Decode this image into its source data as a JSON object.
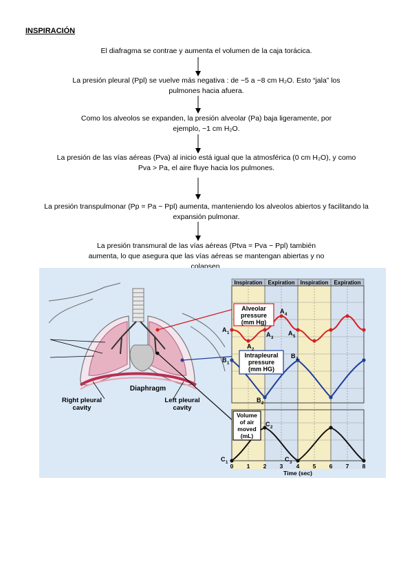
{
  "doc": {
    "title": "INSPIRACIÓN",
    "steps": [
      "El diafragma se contrae y aumenta el volumen de la caja torácica.",
      "La presión pleural (Ppl) se vuelve más negativa : de −5 a −8 cm H₂O. Esto “jala” los pulmones hacia afuera.",
      "Como los alveolos se expanden, la presión alveolar (Pa) baja ligeramente, por ejemplo, −1 cm H₂O.",
      "La presión de las vías aéreas (Pva) al inicio está igual que la atmosférica (0 cm H₂O), y como Pva > Pa, el aire fluye hacia los pulmones.",
      "La presión transpulmonar (Pp = Pa − Ppl) aumenta, manteniendo los alveolos abiertos y facilitando la expansión pulmonar.",
      "La presión transmural de las vías aéreas (Ptva = Pva − Ppl) también aumenta, lo que asegura que las vías aéreas se mantengan abiertas y no colapsen."
    ]
  },
  "figure": {
    "phase_labels": [
      "Inspiration",
      "Expiration",
      "Inspiration",
      "Expiration"
    ],
    "alveolar_label": [
      "Alveolar",
      "pressure",
      "(mm Hg)"
    ],
    "intrapleural_label": [
      "Intrapleural",
      "pressure",
      "(mm HG)"
    ],
    "volume_label": [
      "Volume",
      "of air",
      "moved",
      "(mL)"
    ],
    "x_ticks": [
      "0",
      "1",
      "2",
      "3",
      "4",
      "5",
      "6",
      "7",
      "8"
    ],
    "x_axis_label": "Time (sec)",
    "point_labels": {
      "A1": "A",
      "A1s": "1",
      "A2": "A",
      "A2s": "2",
      "A3": "A",
      "A3s": "3",
      "A4": "A",
      "A4s": "4",
      "A5": "A",
      "A5s": "5",
      "B1": "B",
      "B1s": "1",
      "B2": "B",
      "B2s": "2",
      "B3": "B",
      "B3s": "3",
      "C1": "C",
      "C1s": "1",
      "C2": "C",
      "C2s": "2",
      "C3": "C",
      "C3s": "3"
    },
    "anatomy_labels": {
      "diaphragm": "Diaphragm",
      "right_pleural_1": "Right pleural",
      "right_pleural_2": "cavity",
      "left_pleural_1": "Left pleural",
      "left_pleural_2": "cavity"
    },
    "colors": {
      "background": "#dbe8f6",
      "inspiration_band": "#f5edc4",
      "expiration_band": "#d6e2f0",
      "alveolar_curve": "#d42020",
      "intrapleural_curve": "#1f3f9a",
      "volume_curve": "#111111"
    }
  }
}
